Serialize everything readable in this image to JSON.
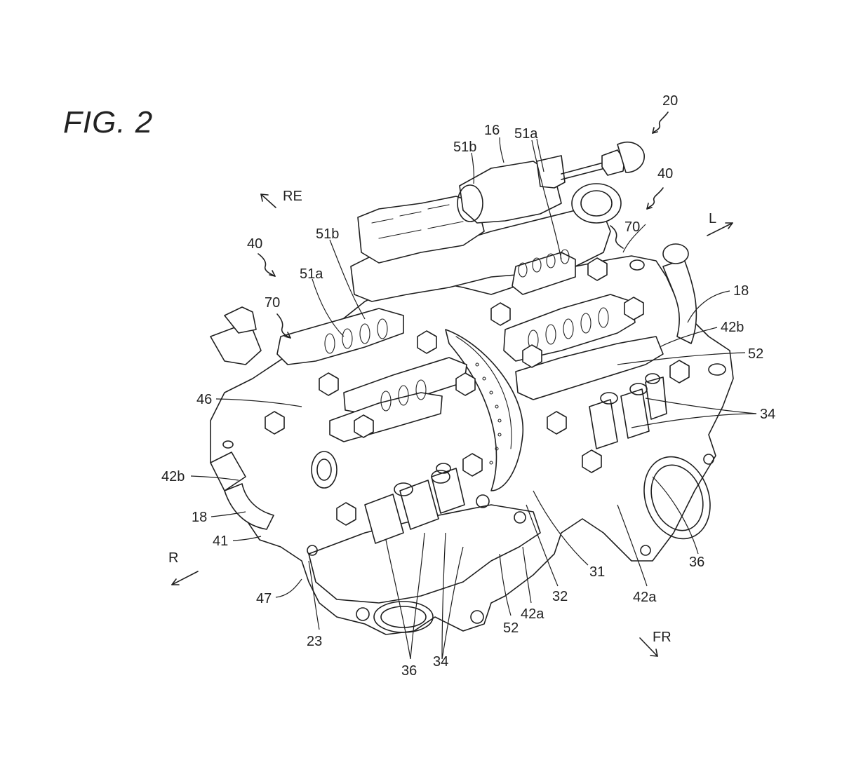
{
  "figure": {
    "title": "FIG. 2",
    "subject": "engine cylinder head with valve train (patent drawing)"
  },
  "directions": [
    {
      "id": "re",
      "label": "RE"
    },
    {
      "id": "l",
      "label": "L"
    },
    {
      "id": "r",
      "label": "R"
    },
    {
      "id": "fr",
      "label": "FR"
    }
  ],
  "reference_labels": [
    {
      "id": "r20",
      "text": "20"
    },
    {
      "id": "r16",
      "text": "16"
    },
    {
      "id": "r51a_top",
      "text": "51a"
    },
    {
      "id": "r51b_top",
      "text": "51b"
    },
    {
      "id": "r40_right",
      "text": "40"
    },
    {
      "id": "r70_right",
      "text": "70"
    },
    {
      "id": "r40_left",
      "text": "40"
    },
    {
      "id": "r51b_left",
      "text": "51b"
    },
    {
      "id": "r51a_left",
      "text": "51a"
    },
    {
      "id": "r70_left",
      "text": "70"
    },
    {
      "id": "r18_right",
      "text": "18"
    },
    {
      "id": "r42b_right",
      "text": "42b"
    },
    {
      "id": "r52_right",
      "text": "52"
    },
    {
      "id": "r34_right",
      "text": "34"
    },
    {
      "id": "r46",
      "text": "46"
    },
    {
      "id": "r42b_left",
      "text": "42b"
    },
    {
      "id": "r18_left",
      "text": "18"
    },
    {
      "id": "r41",
      "text": "41"
    },
    {
      "id": "r36_right",
      "text": "36"
    },
    {
      "id": "r31",
      "text": "31"
    },
    {
      "id": "r32",
      "text": "32"
    },
    {
      "id": "r42a_right",
      "text": "42a"
    },
    {
      "id": "r42a_center",
      "text": "42a"
    },
    {
      "id": "r52_center",
      "text": "52"
    },
    {
      "id": "r47",
      "text": "47"
    },
    {
      "id": "r23",
      "text": "23"
    },
    {
      "id": "r36_bottom",
      "text": "36"
    },
    {
      "id": "r34_bottom",
      "text": "34"
    }
  ]
}
